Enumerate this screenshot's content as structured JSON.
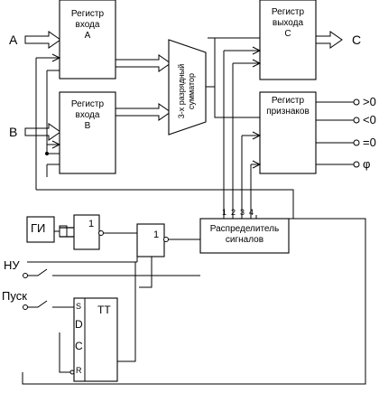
{
  "inputs": {
    "a": "A",
    "b": "B",
    "nu": "НУ",
    "pusk": "Пуск"
  },
  "output_c": "C",
  "reg_a": {
    "line1": "Регистр",
    "line2": "входа",
    "line3": "A"
  },
  "reg_b": {
    "line1": "Регистр",
    "line2": "входа",
    "line3": "B"
  },
  "reg_c": {
    "line1": "Регистр",
    "line2": "выхода",
    "line3": "C"
  },
  "reg_flags": {
    "line1": "Регистр",
    "line2": "признаков"
  },
  "adder": {
    "line1": "3-х разрядный",
    "line2": "сумматор"
  },
  "distributor": {
    "line1": "Распределитель",
    "line2": "сигналов",
    "pins": [
      "1",
      "2",
      "3",
      "4"
    ]
  },
  "gi": "ГИ",
  "gate_1": "1",
  "gate_2": "1",
  "trigger": {
    "label": "TT",
    "s": "S",
    "d": "D",
    "c": "C",
    "r": "R"
  },
  "flags": {
    "gt": ">0",
    "lt": "<0",
    "eq": "=0",
    "phi": "φ"
  }
}
